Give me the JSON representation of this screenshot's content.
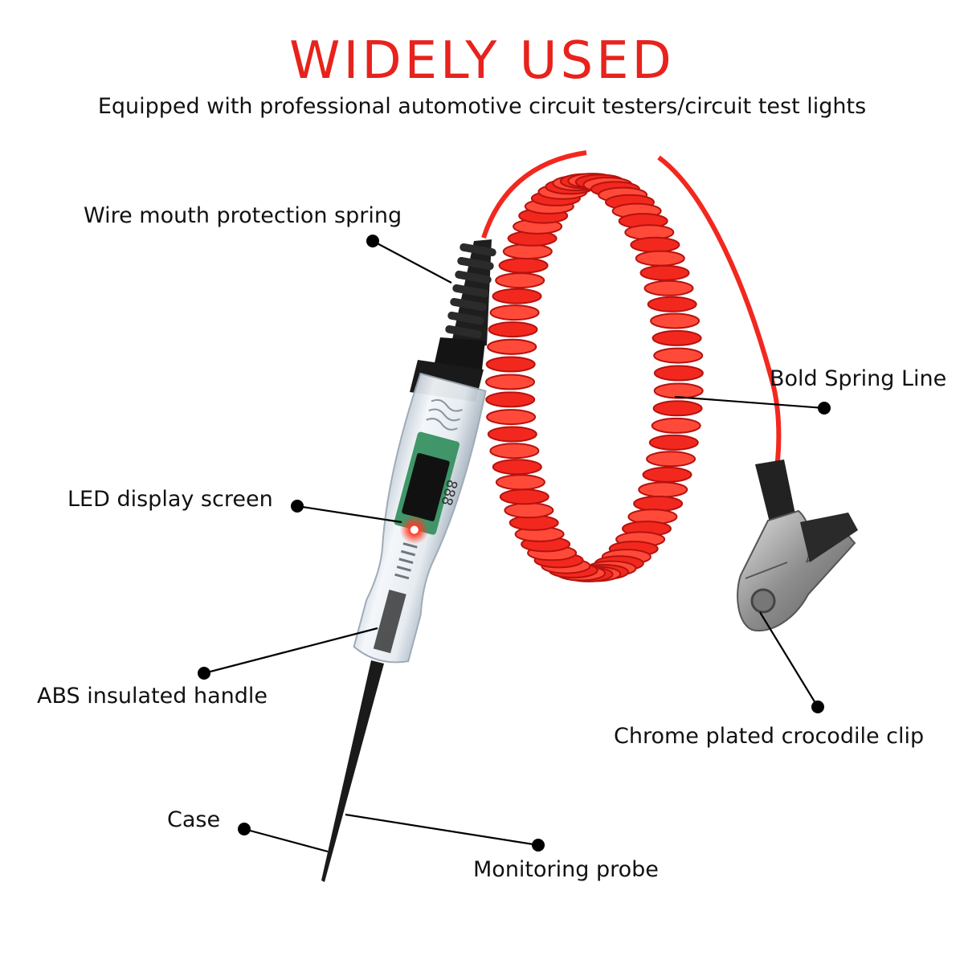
{
  "title": "WIDELY USED",
  "subtitle": "Equipped with professional automotive circuit testers/circuit test lights",
  "callouts": {
    "wire_spring": "Wire mouth protection spring",
    "bold_spring_line": "Bold Spring Line",
    "led_display": "LED display screen",
    "abs_handle": "ABS insulated handle",
    "crocodile_clip": "Chrome plated crocodile clip",
    "case": "Case",
    "probe": "Monitoring probe"
  },
  "colors": {
    "title": "#e8221c",
    "cable": "#f2281f",
    "cable_dark": "#b5120e",
    "boot": "#1e1e1e",
    "leader": "#000000",
    "led": "#ff2a1a",
    "pcb": "#2d8c5a"
  }
}
